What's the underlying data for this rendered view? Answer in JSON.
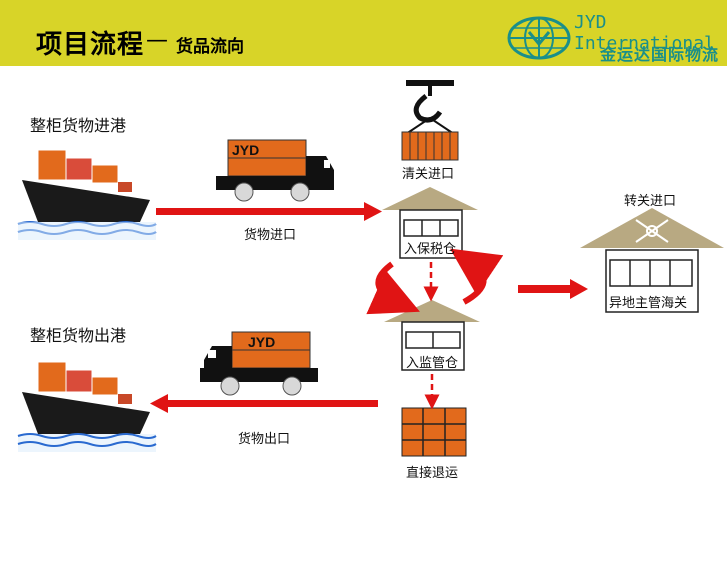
{
  "header": {
    "title": "项目流程",
    "dash": "—",
    "subtitle": "货品流向",
    "brand_en": "JYD International",
    "brand_cn": "金运达国际物流"
  },
  "colors": {
    "header_bg": "#d8d428",
    "brand": "#1a8f8a",
    "arrow_red": "#e01414",
    "container_orange": "#e26a1c",
    "roof_tan": "#b8a982"
  },
  "labels": {
    "import_port": "整柜货物进港",
    "export_port": "整柜货物出港",
    "goods_import": "货物进口",
    "goods_export": "货物出口",
    "customs_import": "清关进口",
    "bonded_warehouse": "入保税仓",
    "supervised_warehouse": "入监管仓",
    "direct_return": "直接退运",
    "transfer_import": "转关进口",
    "remote_customs": "异地主管海关"
  },
  "trucks": {
    "top_brand": "JYD",
    "bottom_brand": "JYD"
  }
}
